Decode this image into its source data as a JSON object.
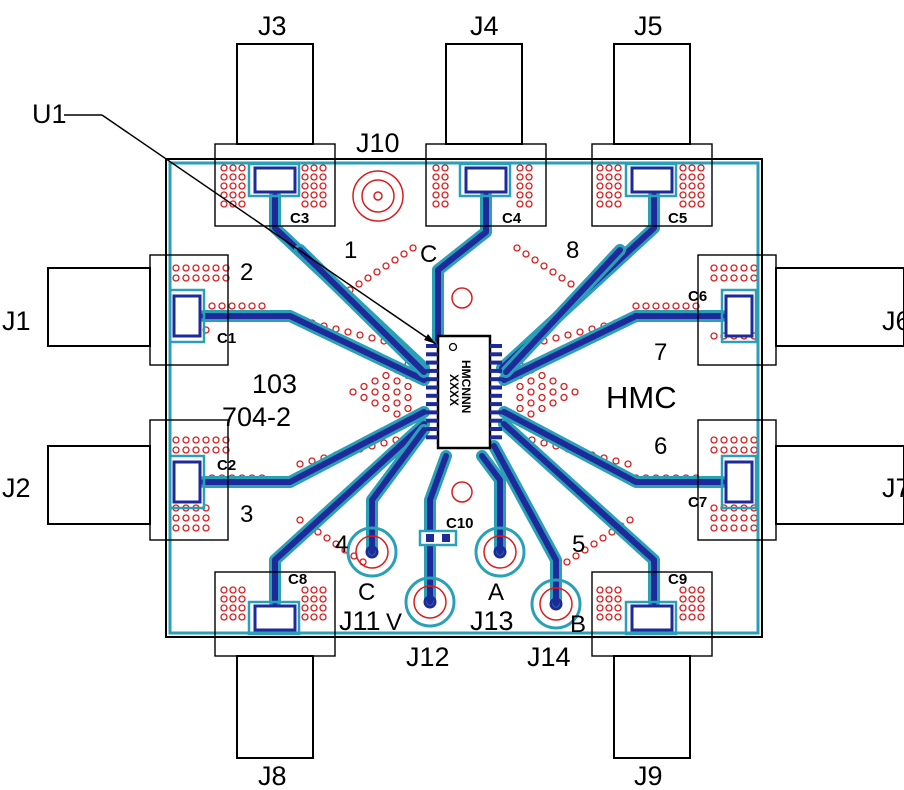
{
  "diagram": {
    "connectors": {
      "top": [
        "J3",
        "J4",
        "J5"
      ],
      "left": [
        "J1",
        "J2"
      ],
      "right": [
        "J6",
        "J7"
      ],
      "bottom": [
        "J8",
        "J9"
      ]
    },
    "small_connectors": [
      "J10",
      "J11",
      "J12",
      "J13",
      "J14"
    ],
    "component_u1": "U1",
    "capacitors": [
      "C1",
      "C2",
      "C3",
      "C4",
      "C5",
      "C6",
      "C7",
      "C8",
      "C9",
      "C10"
    ],
    "port_numbers": [
      "1",
      "2",
      "3",
      "4",
      "5",
      "6",
      "7",
      "8"
    ],
    "control_labels": {
      "c_top": "C",
      "c_bottom": "C",
      "v": "V",
      "a": "A",
      "b": "B"
    },
    "board_id_line1": "103",
    "board_id_line2": "704-2",
    "brand": "HMC",
    "chip_marking_line1": "HMCNNN",
    "chip_marking_line2": "XXXX"
  }
}
